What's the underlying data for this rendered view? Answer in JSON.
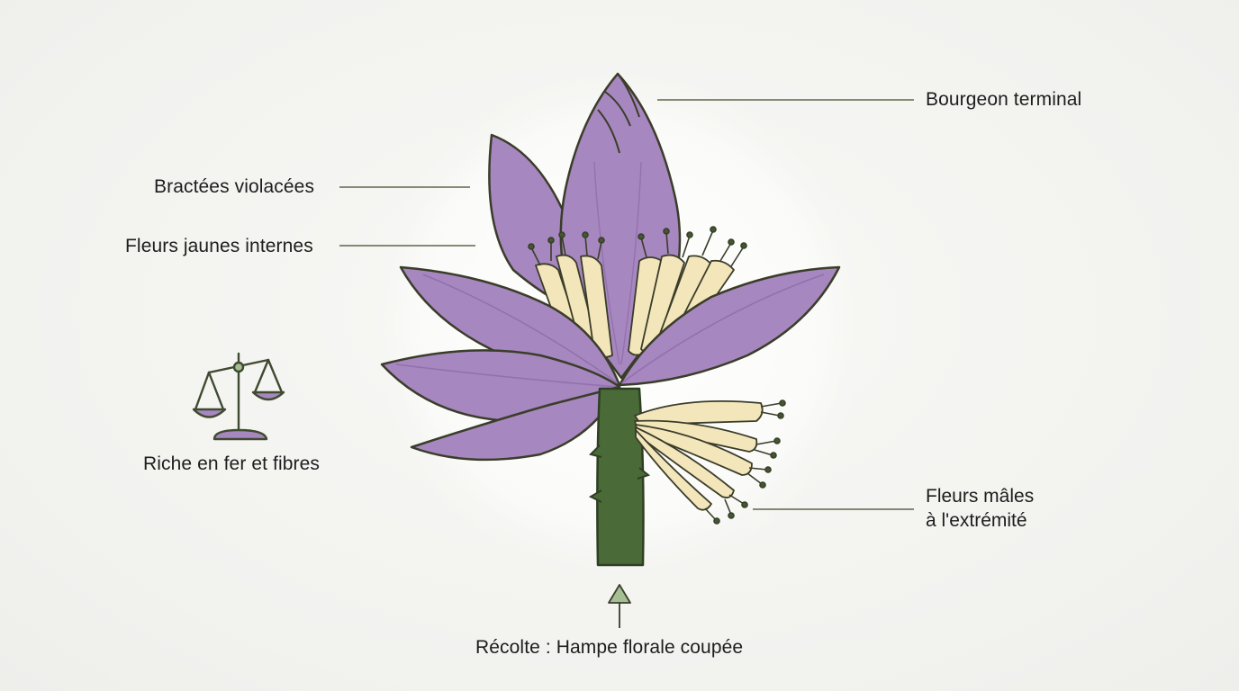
{
  "labels": {
    "terminal_bud": "Bourgeon terminal",
    "bracts": "Bractées violacées",
    "inner_flowers": "Fleurs jaunes internes",
    "nutrition": "Riche en fer et fibres",
    "male_flowers_line1": "Fleurs mâles",
    "male_flowers_line2": "à l'extrémité",
    "harvest": "Récolte : Hampe florale coupée"
  },
  "colors": {
    "bract": "#a787bf",
    "bract_dark": "#8c6aa7",
    "outline": "#3a3d2a",
    "flower": "#f4e6bb",
    "stem": "#4a6b38",
    "leader_line": "#5b6748",
    "background": "#f3f3f0"
  },
  "icons": {
    "nutrition": "balance-scale-icon",
    "harvest": "up-arrow-icon"
  }
}
